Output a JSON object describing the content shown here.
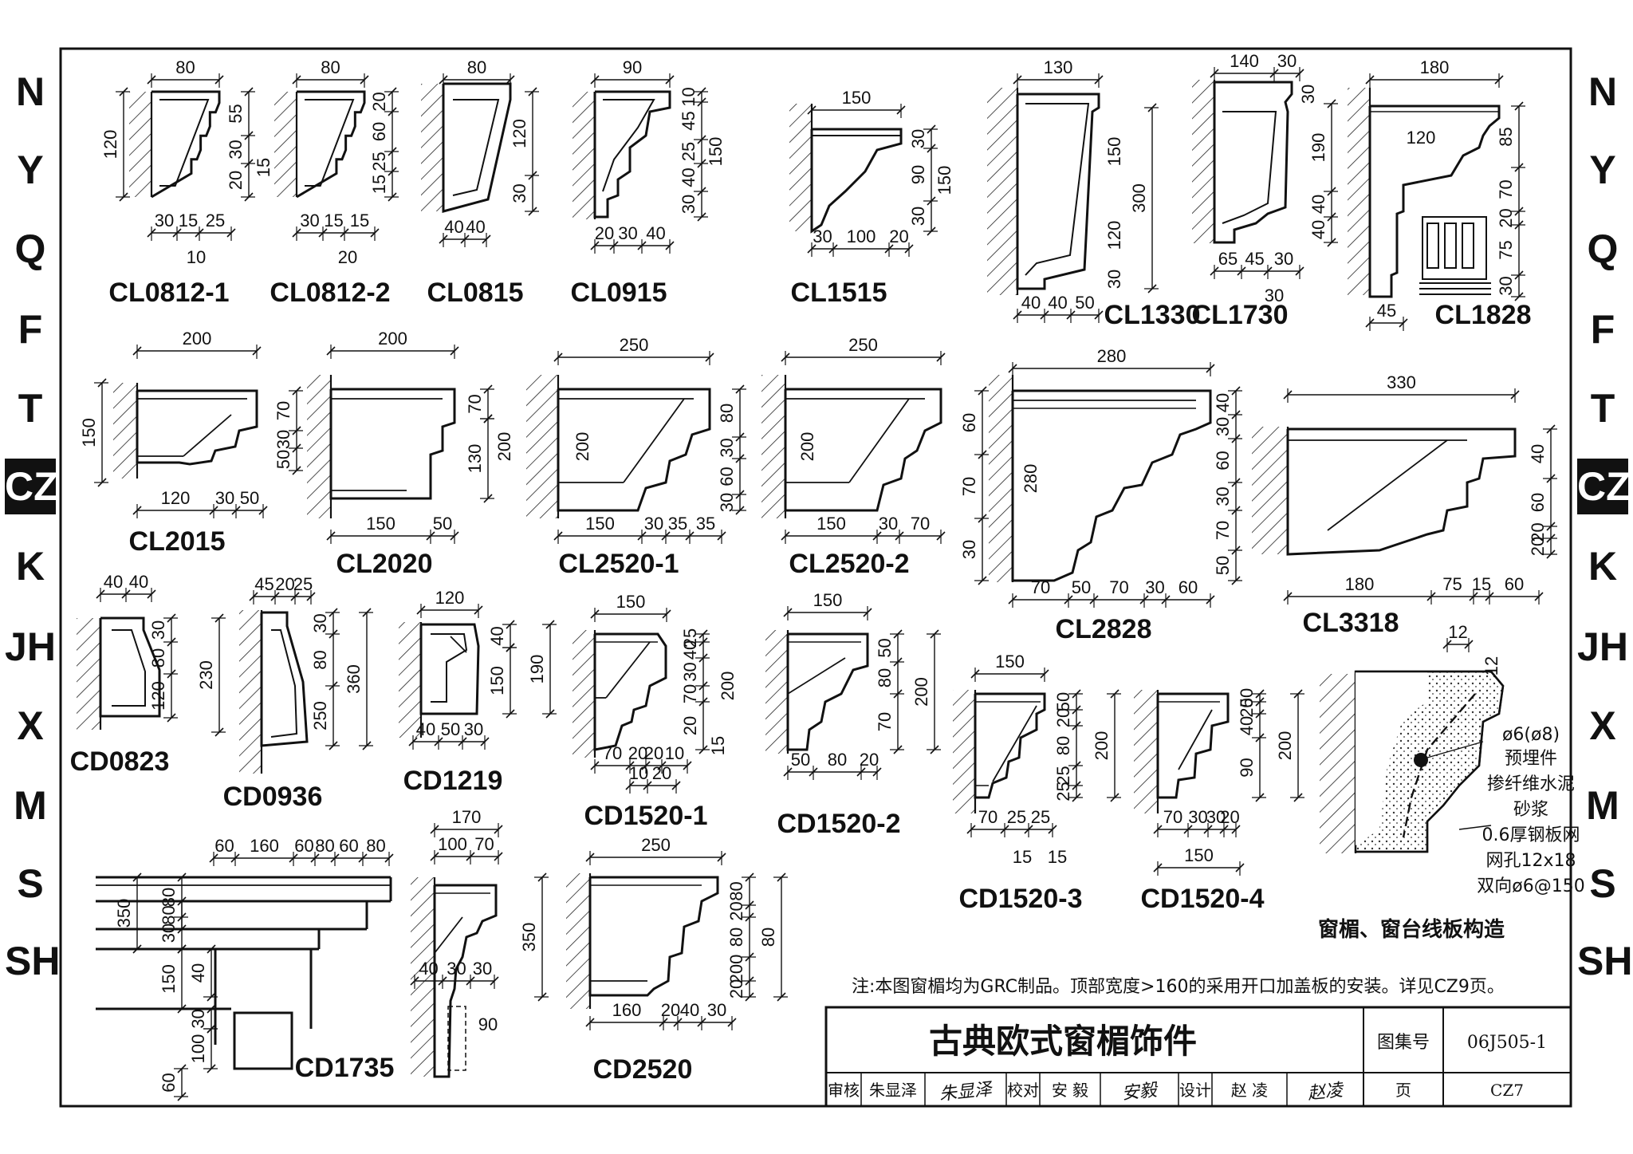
{
  "side_index": [
    "N",
    "Y",
    "Q",
    "F",
    "T",
    "CZ",
    "K",
    "JH",
    "X",
    "M",
    "S",
    "SH"
  ],
  "side_index_active": "CZ",
  "profiles": {
    "CL0812-1": {
      "name": "CL0812-1",
      "dims": [
        "80",
        "120",
        "55",
        "30",
        "20",
        "15",
        "30",
        "15",
        "25",
        "10"
      ]
    },
    "CL0812-2": {
      "name": "CL0812-2",
      "dims": [
        "80",
        "20",
        "60",
        "25",
        "15",
        "30",
        "15",
        "15",
        "20"
      ]
    },
    "CL0815": {
      "name": "CL0815",
      "dims": [
        "80",
        "120",
        "30",
        "40",
        "40"
      ]
    },
    "CL0915": {
      "name": "CL0915",
      "dims": [
        "90",
        "10",
        "45",
        "25",
        "40",
        "30",
        "150",
        "20",
        "30",
        "40"
      ]
    },
    "CL1515": {
      "name": "CL1515",
      "dims": [
        "150",
        "30",
        "90",
        "30",
        "150",
        "30",
        "100",
        "20"
      ]
    },
    "CL1330": {
      "name": "CL1330",
      "dims": [
        "130",
        "150",
        "300",
        "120",
        "30",
        "40",
        "40",
        "50"
      ]
    },
    "CL1730": {
      "name": "CL1730",
      "dims": [
        "140",
        "30",
        "30",
        "190",
        "40",
        "40",
        "30",
        "65",
        "45",
        "30"
      ]
    },
    "CL1828": {
      "name": "CL1828",
      "dims": [
        "180",
        "120",
        "85",
        "70",
        "20",
        "75",
        "30",
        "45"
      ]
    },
    "CL2015": {
      "name": "CL2015",
      "dims": [
        "200",
        "150",
        "70",
        "30",
        "50",
        "120",
        "30",
        "50"
      ]
    },
    "CL2020": {
      "name": "CL2020",
      "dims": [
        "200",
        "70",
        "130",
        "200",
        "150",
        "50"
      ]
    },
    "CL2520-1": {
      "name": "CL2520-1",
      "dims": [
        "250",
        "200",
        "150",
        "30",
        "35",
        "35"
      ]
    },
    "CL2520-2": {
      "name": "CL2520-2",
      "dims": [
        "250",
        "200",
        "80",
        "30",
        "60",
        "30",
        "150",
        "30",
        "70"
      ]
    },
    "CL2828": {
      "name": "CL2828",
      "dims": [
        "280",
        "280",
        "60",
        "70",
        "30",
        "40",
        "30",
        "60",
        "30",
        "70",
        "50",
        "70",
        "50",
        "70",
        "30",
        "60"
      ]
    },
    "CL3318": {
      "name": "CL3318",
      "dims": [
        "330",
        "40",
        "60",
        "20",
        "20",
        "180",
        "75",
        "15",
        "60"
      ]
    },
    "CD0823": {
      "name": "CD0823",
      "dims": [
        "40",
        "40",
        "30",
        "80",
        "120",
        "230"
      ]
    },
    "CD0936": {
      "name": "CD0936",
      "dims": [
        "45",
        "20",
        "25",
        "30",
        "80",
        "250",
        "360"
      ]
    },
    "CD1219": {
      "name": "CD1219",
      "dims": [
        "120",
        "40",
        "150",
        "190",
        "40",
        "50",
        "30"
      ]
    },
    "CD1520-1": {
      "name": "CD1520-1",
      "dims": [
        "150",
        "25",
        "40",
        "30",
        "70",
        "20",
        "200",
        "15",
        "70",
        "20",
        "20",
        "10",
        "10",
        "20"
      ]
    },
    "CD1520-2": {
      "name": "CD1520-2",
      "dims": [
        "150",
        "50",
        "80",
        "70",
        "200",
        "50",
        "80",
        "20"
      ]
    },
    "CD1520-3": {
      "name": "CD1520-3",
      "dims": [
        "150",
        "50",
        "20",
        "80",
        "25",
        "25",
        "200",
        "70",
        "25",
        "25",
        "15",
        "15"
      ]
    },
    "CD1520-4": {
      "name": "CD1520-4",
      "dims": [
        "50",
        "20",
        "40",
        "90",
        "200",
        "70",
        "30",
        "30",
        "20",
        "150"
      ]
    },
    "CD1735": {
      "name": "CD1735",
      "dims": [
        "60",
        "160",
        "60",
        "80",
        "60",
        "80",
        "80",
        "30",
        "350",
        "80",
        "150",
        "40",
        "30",
        "100",
        "60"
      ]
    },
    "CD2520": {
      "name": "CD2520",
      "dims": [
        "250",
        "350",
        "80",
        "20",
        "80",
        "200",
        "20",
        "80",
        "20",
        "160",
        "20",
        "40",
        "30"
      ]
    },
    "CD170": {
      "name": "",
      "dims": [
        "170",
        "100",
        "70",
        "40",
        "30",
        "30",
        "90"
      ]
    }
  },
  "construction": {
    "title": "窗楣、窗台线板构造",
    "dim_a": "12",
    "dim_b": "12",
    "notes": [
      "ø6(ø8)",
      "预埋件",
      "掺纤维水泥",
      "砂浆",
      "0.6厚钢板网",
      "网孔12x18",
      "双向ø6@150"
    ]
  },
  "note": "注:本图窗楣均为GRC制品。顶部宽度>160的采用开口加盖板的安装。详见CZ9页。",
  "title_block": {
    "title": "古典欧式窗楣饰件",
    "atlas_label": "图集号",
    "atlas_no": "06J505-1",
    "review_label": "审核",
    "reviewer": "朱显泽",
    "reviewer_sig": "朱显泽",
    "check_label": "校对",
    "checker": "安 毅",
    "checker_sig": "安毅",
    "design_label": "设计",
    "designer": "赵 凌",
    "designer_sig": "赵凌",
    "page_label": "页",
    "page_no": "CZ7"
  }
}
